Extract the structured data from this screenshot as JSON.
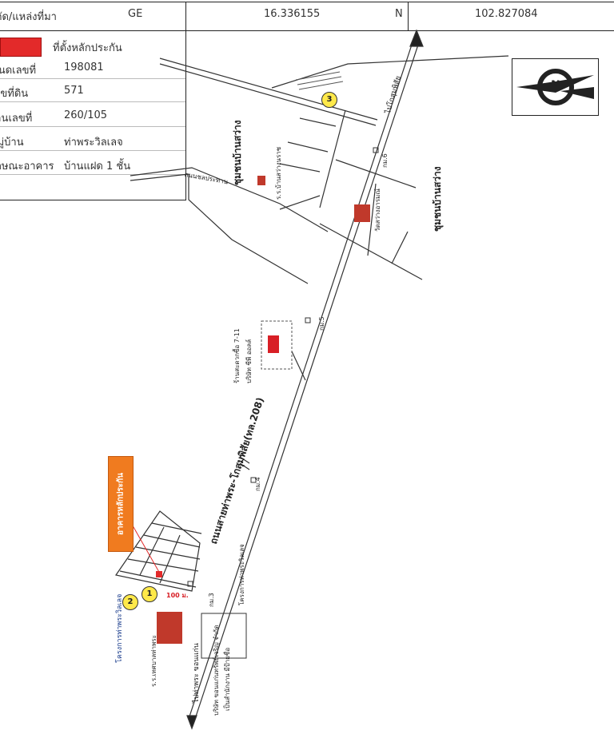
{
  "header": {
    "coord_label": "พิกัด/แหล่งที่มา",
    "source": "GE",
    "latitude": "16.336155",
    "lat_dir": "N",
    "longitude": "102.827084"
  },
  "legend": {
    "label": "ที่ตั้งหลักประกัน",
    "swatch_color": "#e32a2a"
  },
  "info": {
    "rows": [
      {
        "label": "โฉนดเลขที่",
        "value": "198081"
      },
      {
        "label": "เลขที่ดิน",
        "value": "571"
      },
      {
        "label": "บ้านเลขที่",
        "value": "260/105"
      },
      {
        "label": "หมู่บ้าน",
        "value": "ท่าพระวิลเลจ"
      },
      {
        "label": "ลักษณะอาคาร",
        "value": "บ้านแฝด 1 ชั้น"
      }
    ]
  },
  "map": {
    "north_label": "N",
    "road_label": "ถนนสายท่าพระ-โกสุมพิสัย(ทล.208)",
    "to_kosum": "ไปโกสุมพิสัย",
    "to_thapra": "ไปท่าพระ ขอนแก่น",
    "village_top": "ชุมชนบ้านสว่าง",
    "village_right": "ชุมชนบ้านสว่าง",
    "temple": "วัดสว่างอารมณ์",
    "school": "ร.ร.บ้านสว่างนราช",
    "lane": "ถนนชลประทาน",
    "shop": "ร้านสะดวกซื้อ 7-11",
    "shop_sub": "บริษัท ซีพี ออลล์",
    "project1": "โครงการท่าพระวิลเลจ",
    "project2": "โครงการท่าพระวิลเลจ",
    "callout": "อาคารหลักประกัน",
    "school2": "ร.ร.เทศบาลท่าพระ",
    "company": "บริษัท ขอนแก่นทรัพย์เจริญ จำกัด",
    "company_sub": "เป็นสำนักงาน มีป้ายชื่อ",
    "km6": "กม.6",
    "km5": "กม.5",
    "km4": "กม.4",
    "km3": "กม.3",
    "dist": "100 ม.",
    "markers": [
      "1",
      "2",
      "3"
    ],
    "road_color": "#333333",
    "seven_color": "#d81f26"
  }
}
